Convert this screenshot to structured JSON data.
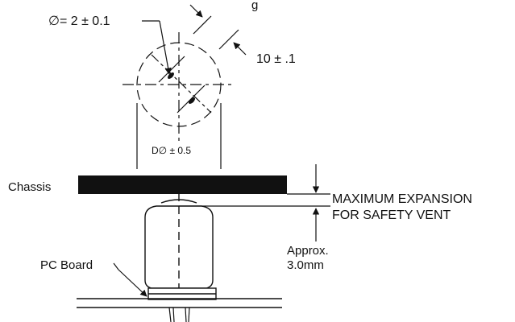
{
  "labels": {
    "top_partial": "g",
    "diameter": "∅= 2 ± 0.1",
    "spacing": "10 ± .1",
    "hole_diameter": "D∅ ± 0.5",
    "chassis": "Chassis",
    "max_expansion_line1": "MAXIMUM EXPANSION",
    "max_expansion_line2": "FOR SAFETY VENT",
    "approx_line1": "Approx.",
    "approx_line2": "3.0mm",
    "pc_board": "PC Board"
  },
  "colors": {
    "line": "#111111",
    "chassis_fill": "#111111",
    "background": "#ffffff"
  }
}
